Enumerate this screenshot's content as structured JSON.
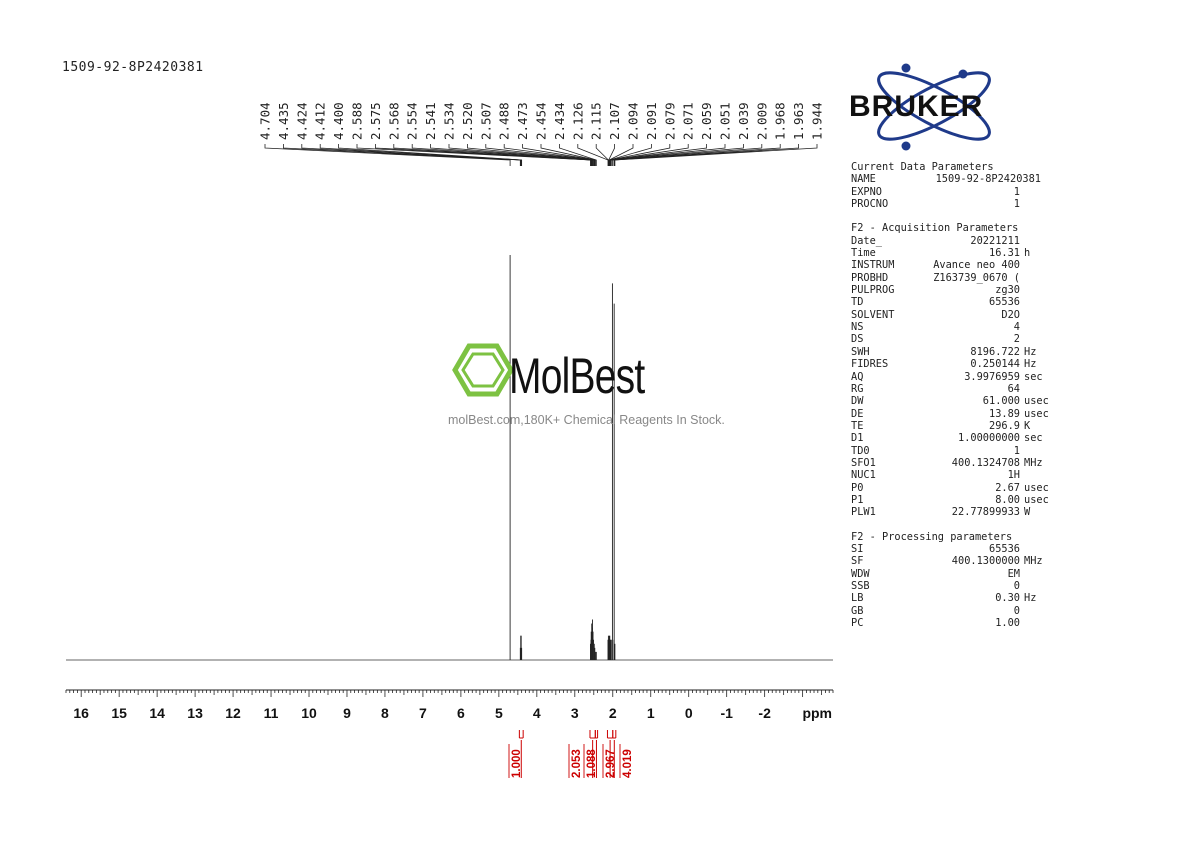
{
  "sample_id": "1509-92-8P2420381",
  "brand": {
    "logo_text": "BRUKER",
    "logo_color": "#1f3a8a",
    "logo_accent": "#1f3a8a"
  },
  "watermark": {
    "logo_text": "MolBest",
    "tagline": "molBest.com,180K+ Chemical Reagents In Stock.",
    "icon_color": "#7dc242"
  },
  "parameters": {
    "current": {
      "title": "Current Data Parameters",
      "rows": [
        {
          "key": "NAME",
          "value": "1509-92-8P2420381",
          "unit": ""
        },
        {
          "key": "EXPNO",
          "value": "1",
          "unit": ""
        },
        {
          "key": "PROCNO",
          "value": "1",
          "unit": ""
        }
      ]
    },
    "acquisition": {
      "title": "F2 - Acquisition Parameters",
      "rows": [
        {
          "key": "Date_",
          "value": "20221211",
          "unit": ""
        },
        {
          "key": "Time",
          "value": "16.31",
          "unit": "h"
        },
        {
          "key": "INSTRUM",
          "value": "Avance neo 400",
          "unit": ""
        },
        {
          "key": "PROBHD",
          "value": "Z163739_0670 (",
          "unit": ""
        },
        {
          "key": "PULPROG",
          "value": "zg30",
          "unit": ""
        },
        {
          "key": "TD",
          "value": "65536",
          "unit": ""
        },
        {
          "key": "SOLVENT",
          "value": "D2O",
          "unit": ""
        },
        {
          "key": "NS",
          "value": "4",
          "unit": ""
        },
        {
          "key": "DS",
          "value": "2",
          "unit": ""
        },
        {
          "key": "SWH",
          "value": "8196.722",
          "unit": "Hz"
        },
        {
          "key": "FIDRES",
          "value": "0.250144",
          "unit": "Hz"
        },
        {
          "key": "AQ",
          "value": "3.9976959",
          "unit": "sec"
        },
        {
          "key": "RG",
          "value": "64",
          "unit": ""
        },
        {
          "key": "DW",
          "value": "61.000",
          "unit": "usec"
        },
        {
          "key": "DE",
          "value": "13.89",
          "unit": "usec"
        },
        {
          "key": "TE",
          "value": "296.9",
          "unit": "K"
        },
        {
          "key": "D1",
          "value": "1.00000000",
          "unit": "sec"
        },
        {
          "key": "TD0",
          "value": "1",
          "unit": ""
        },
        {
          "key": "SFO1",
          "value": "400.1324708",
          "unit": "MHz"
        },
        {
          "key": "NUC1",
          "value": "1H",
          "unit": ""
        },
        {
          "key": "P0",
          "value": "2.67",
          "unit": "usec"
        },
        {
          "key": "P1",
          "value": "8.00",
          "unit": "usec"
        },
        {
          "key": "PLW1",
          "value": "22.77899933",
          "unit": "W"
        }
      ]
    },
    "processing": {
      "title": "F2 - Processing parameters",
      "rows": [
        {
          "key": "SI",
          "value": "65536",
          "unit": ""
        },
        {
          "key": "SF",
          "value": "400.1300000",
          "unit": "MHz"
        },
        {
          "key": "WDW",
          "value": "EM",
          "unit": ""
        },
        {
          "key": "SSB",
          "value": "0",
          "unit": ""
        },
        {
          "key": "LB",
          "value": "0.30",
          "unit": "Hz"
        },
        {
          "key": "GB",
          "value": "0",
          "unit": ""
        },
        {
          "key": "PC",
          "value": "1.00",
          "unit": ""
        }
      ]
    }
  },
  "chart_data": {
    "type": "line",
    "xlabel": "ppm",
    "xlim": [
      16.4,
      -3.8
    ],
    "x_reversed": true,
    "x_ticks": [
      16,
      15,
      14,
      13,
      12,
      11,
      10,
      9,
      8,
      7,
      6,
      5,
      4,
      3,
      2,
      1,
      0,
      -1,
      -2
    ],
    "grid": false,
    "peak_labels": [
      "4.704",
      "4.435",
      "4.424",
      "4.412",
      "4.400",
      "2.588",
      "2.575",
      "2.568",
      "2.554",
      "2.541",
      "2.534",
      "2.520",
      "2.507",
      "2.488",
      "2.473",
      "2.454",
      "2.434",
      "2.126",
      "2.115",
      "2.107",
      "2.094",
      "2.091",
      "2.079",
      "2.071",
      "2.059",
      "2.051",
      "2.039",
      "2.009",
      "1.968",
      "1.963",
      "1.944"
    ],
    "peaks": [
      {
        "ppm": 4.704,
        "height": 1.0
      },
      {
        "ppm": 4.435,
        "height": 0.03
      },
      {
        "ppm": 4.424,
        "height": 0.06
      },
      {
        "ppm": 4.412,
        "height": 0.06
      },
      {
        "ppm": 4.4,
        "height": 0.03
      },
      {
        "ppm": 2.588,
        "height": 0.04
      },
      {
        "ppm": 2.575,
        "height": 0.05
      },
      {
        "ppm": 2.568,
        "height": 0.07
      },
      {
        "ppm": 2.554,
        "height": 0.09
      },
      {
        "ppm": 2.541,
        "height": 0.08
      },
      {
        "ppm": 2.534,
        "height": 0.1
      },
      {
        "ppm": 2.52,
        "height": 0.07
      },
      {
        "ppm": 2.507,
        "height": 0.05
      },
      {
        "ppm": 2.488,
        "height": 0.04
      },
      {
        "ppm": 2.473,
        "height": 0.03
      },
      {
        "ppm": 2.454,
        "height": 0.02
      },
      {
        "ppm": 2.434,
        "height": 0.02
      },
      {
        "ppm": 2.126,
        "height": 0.05
      },
      {
        "ppm": 2.115,
        "height": 0.06
      },
      {
        "ppm": 2.107,
        "height": 0.05
      },
      {
        "ppm": 2.094,
        "height": 0.06
      },
      {
        "ppm": 2.091,
        "height": 0.05
      },
      {
        "ppm": 2.079,
        "height": 0.06
      },
      {
        "ppm": 2.071,
        "height": 0.05
      },
      {
        "ppm": 2.059,
        "height": 0.05
      },
      {
        "ppm": 2.051,
        "height": 0.04
      },
      {
        "ppm": 2.039,
        "height": 0.05
      },
      {
        "ppm": 2.009,
        "height": 0.93
      },
      {
        "ppm": 1.968,
        "height": 0.05
      },
      {
        "ppm": 1.963,
        "height": 0.88
      },
      {
        "ppm": 1.944,
        "height": 0.04
      }
    ],
    "integrals": [
      {
        "label": "1.000",
        "from": 4.46,
        "to": 4.36
      },
      {
        "label": "2.053",
        "from": 2.6,
        "to": 2.46
      },
      {
        "label": "1.088",
        "from": 2.46,
        "to": 2.4
      },
      {
        "label": "2.967",
        "from": 2.14,
        "to": 2.0
      },
      {
        "label": "4.019",
        "from": 2.0,
        "to": 1.92
      }
    ],
    "integral_color": "#cc0000"
  }
}
